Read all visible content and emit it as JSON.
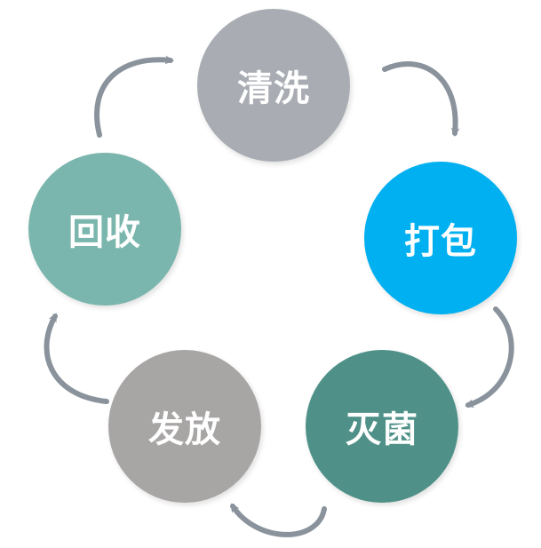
{
  "stages": [
    {
      "id": "wash",
      "label": "清洗",
      "color": "#a9adb3"
    },
    {
      "id": "pack",
      "label": "打包",
      "color": "#00b0f0"
    },
    {
      "id": "sterilize",
      "label": "灭菌",
      "color": "#4f9188"
    },
    {
      "id": "distribute",
      "label": "发放",
      "color": "#a8a5a5"
    },
    {
      "id": "recycle",
      "label": "回收",
      "color": "#7ab6ad"
    }
  ],
  "arrow_color": "#8a939c"
}
